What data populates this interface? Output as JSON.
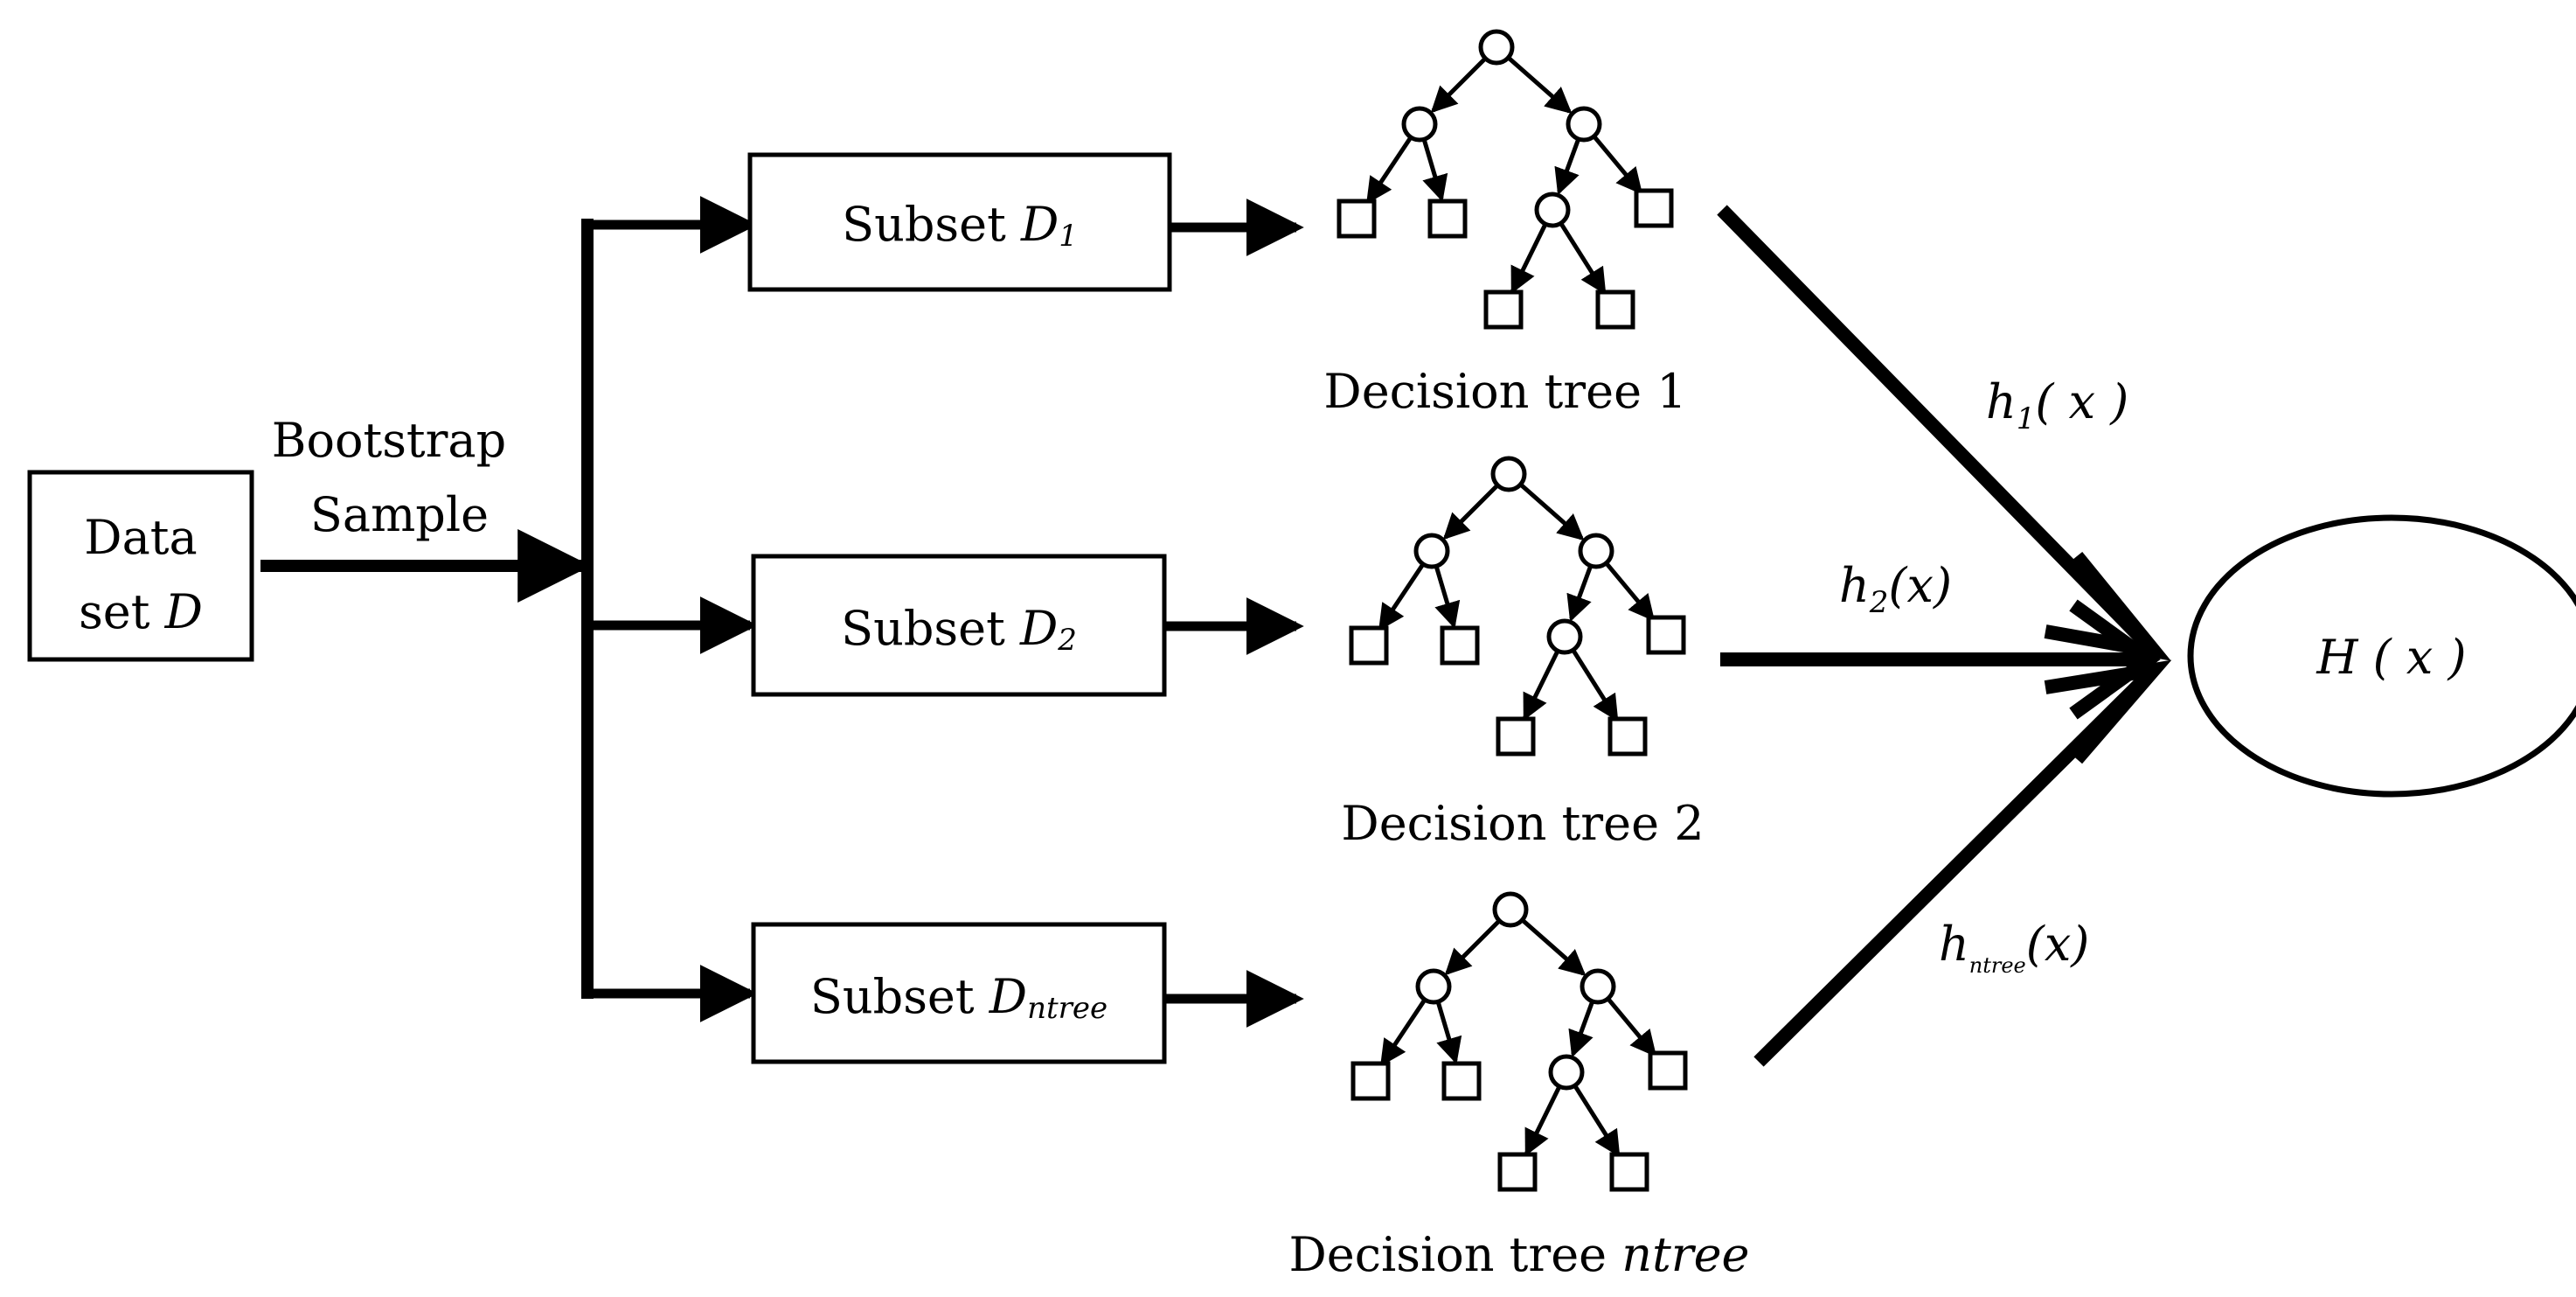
{
  "dataset": {
    "line1": "Data",
    "line2_prefix": "set",
    "line2_var": "D"
  },
  "bootstrap": {
    "line1": "Bootstrap",
    "line2": "Sample"
  },
  "subsets": [
    {
      "prefix": "Subset",
      "var": "D",
      "sub": "1"
    },
    {
      "prefix": "Subset",
      "var": "D",
      "sub": "2"
    },
    {
      "prefix": "Subset",
      "var": "D",
      "sub": "ntree"
    }
  ],
  "trees": [
    {
      "prefix": "Decision tree",
      "suffix": "1",
      "italic_suffix": ""
    },
    {
      "prefix": "Decision tree",
      "suffix": "2",
      "italic_suffix": ""
    },
    {
      "prefix": "Decision tree",
      "suffix": "",
      "italic_suffix": "ntree"
    }
  ],
  "predictions": [
    {
      "func": "h",
      "sub": "1",
      "arg": "( x )"
    },
    {
      "func": "h",
      "sub": "2",
      "arg": "(x)"
    },
    {
      "func": "h",
      "sub": "ntree",
      "arg": "(x)"
    }
  ],
  "output": {
    "func": "H",
    "arg": "( x )"
  },
  "colors": {
    "ink": "#000000",
    "background": "#ffffff"
  }
}
